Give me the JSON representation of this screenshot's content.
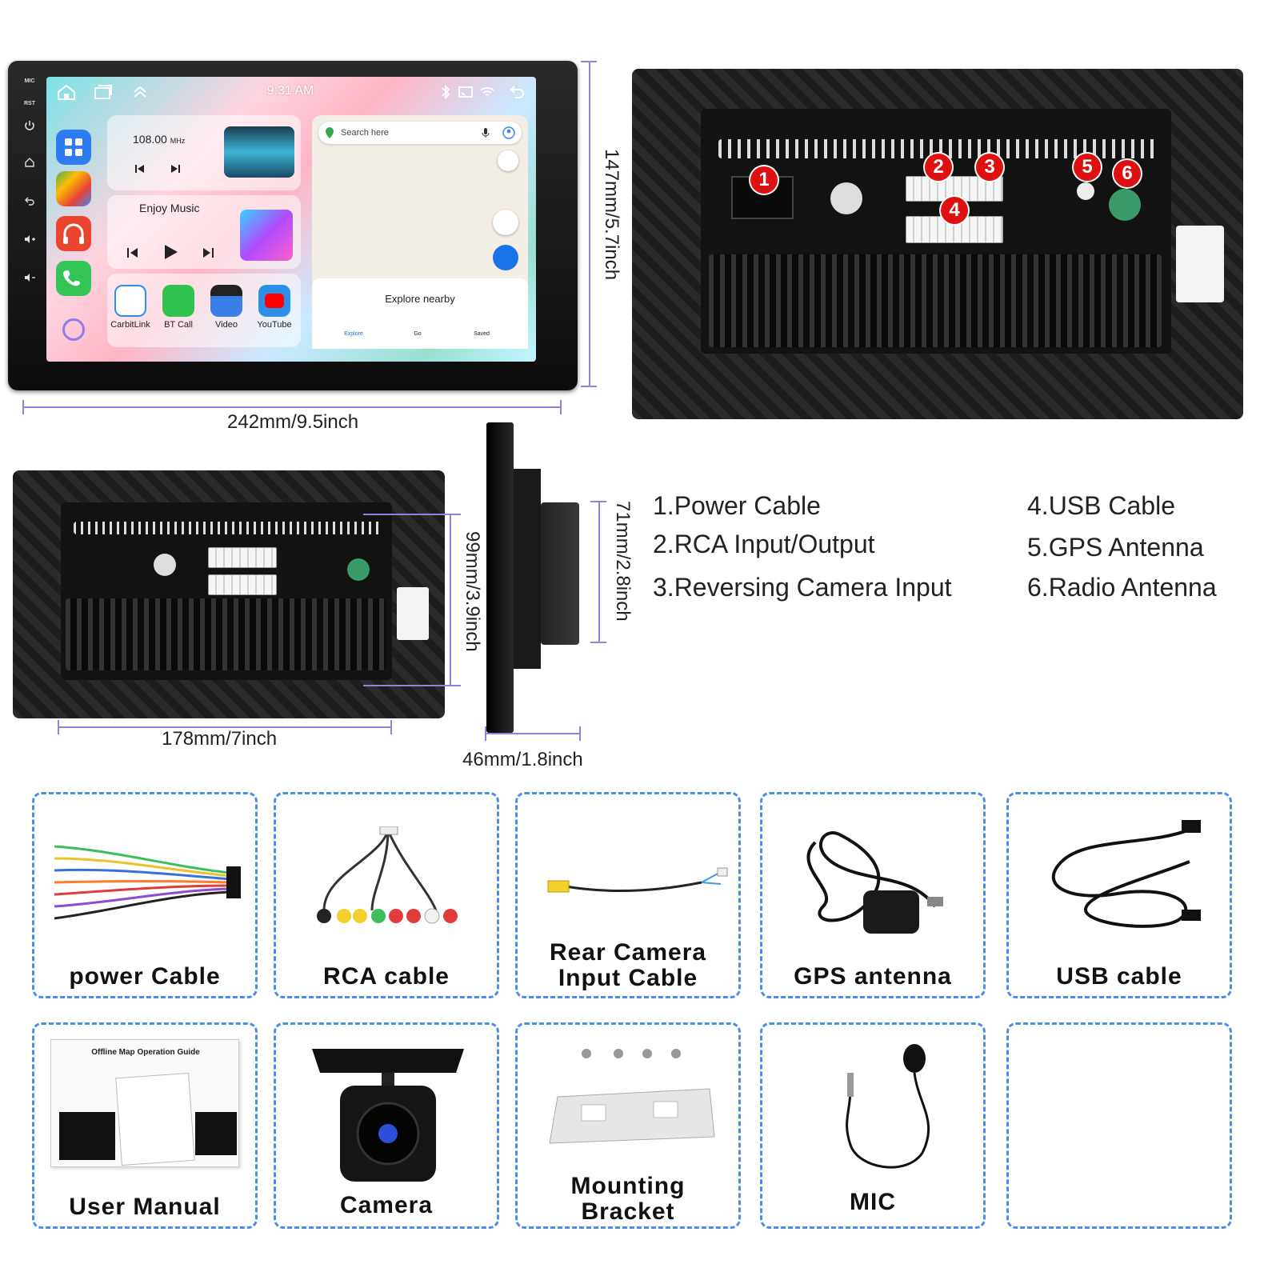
{
  "screen": {
    "bezel": [
      "MIC",
      "RST"
    ],
    "time": "9:31 AM",
    "radio": {
      "frequency": "108.00",
      "unit": "MHz"
    },
    "music": {
      "title": "Enjoy Music"
    },
    "apps": [
      "CarbitLink",
      "BT Call",
      "Video",
      "YouTube"
    ],
    "map": {
      "search_placeholder": "Search here",
      "explore_nearby": "Explore nearby",
      "tabs": [
        "Explore",
        "Go",
        "Saved"
      ]
    }
  },
  "dimensions": {
    "front_width": "242mm/9.5inch",
    "front_height": "147mm/5.7inch",
    "rear_width": "178mm/7inch",
    "rear_height": "99mm/3.9inch",
    "depth": "46mm/1.8inch",
    "side_height": "71mm/2.8inch"
  },
  "connectors": {
    "badges": [
      "1",
      "2",
      "3",
      "4",
      "5",
      "6"
    ],
    "left": [
      "1.Power Cable",
      "2.RCA Input/Output",
      "3.Reversing Camera Input"
    ],
    "right": [
      "4.USB Cable",
      "5.GPS Antenna",
      "6.Radio Antenna"
    ]
  },
  "accessories": {
    "row1": [
      "power Cable",
      "RCA cable",
      "Rear Camera\nInput Cable",
      "GPS antenna",
      "USB cable"
    ],
    "row2": [
      "User Manual",
      "Camera",
      "Mounting\nBracket",
      "MIC",
      ""
    ],
    "manual_title": "Offline Map Operation Guide"
  }
}
